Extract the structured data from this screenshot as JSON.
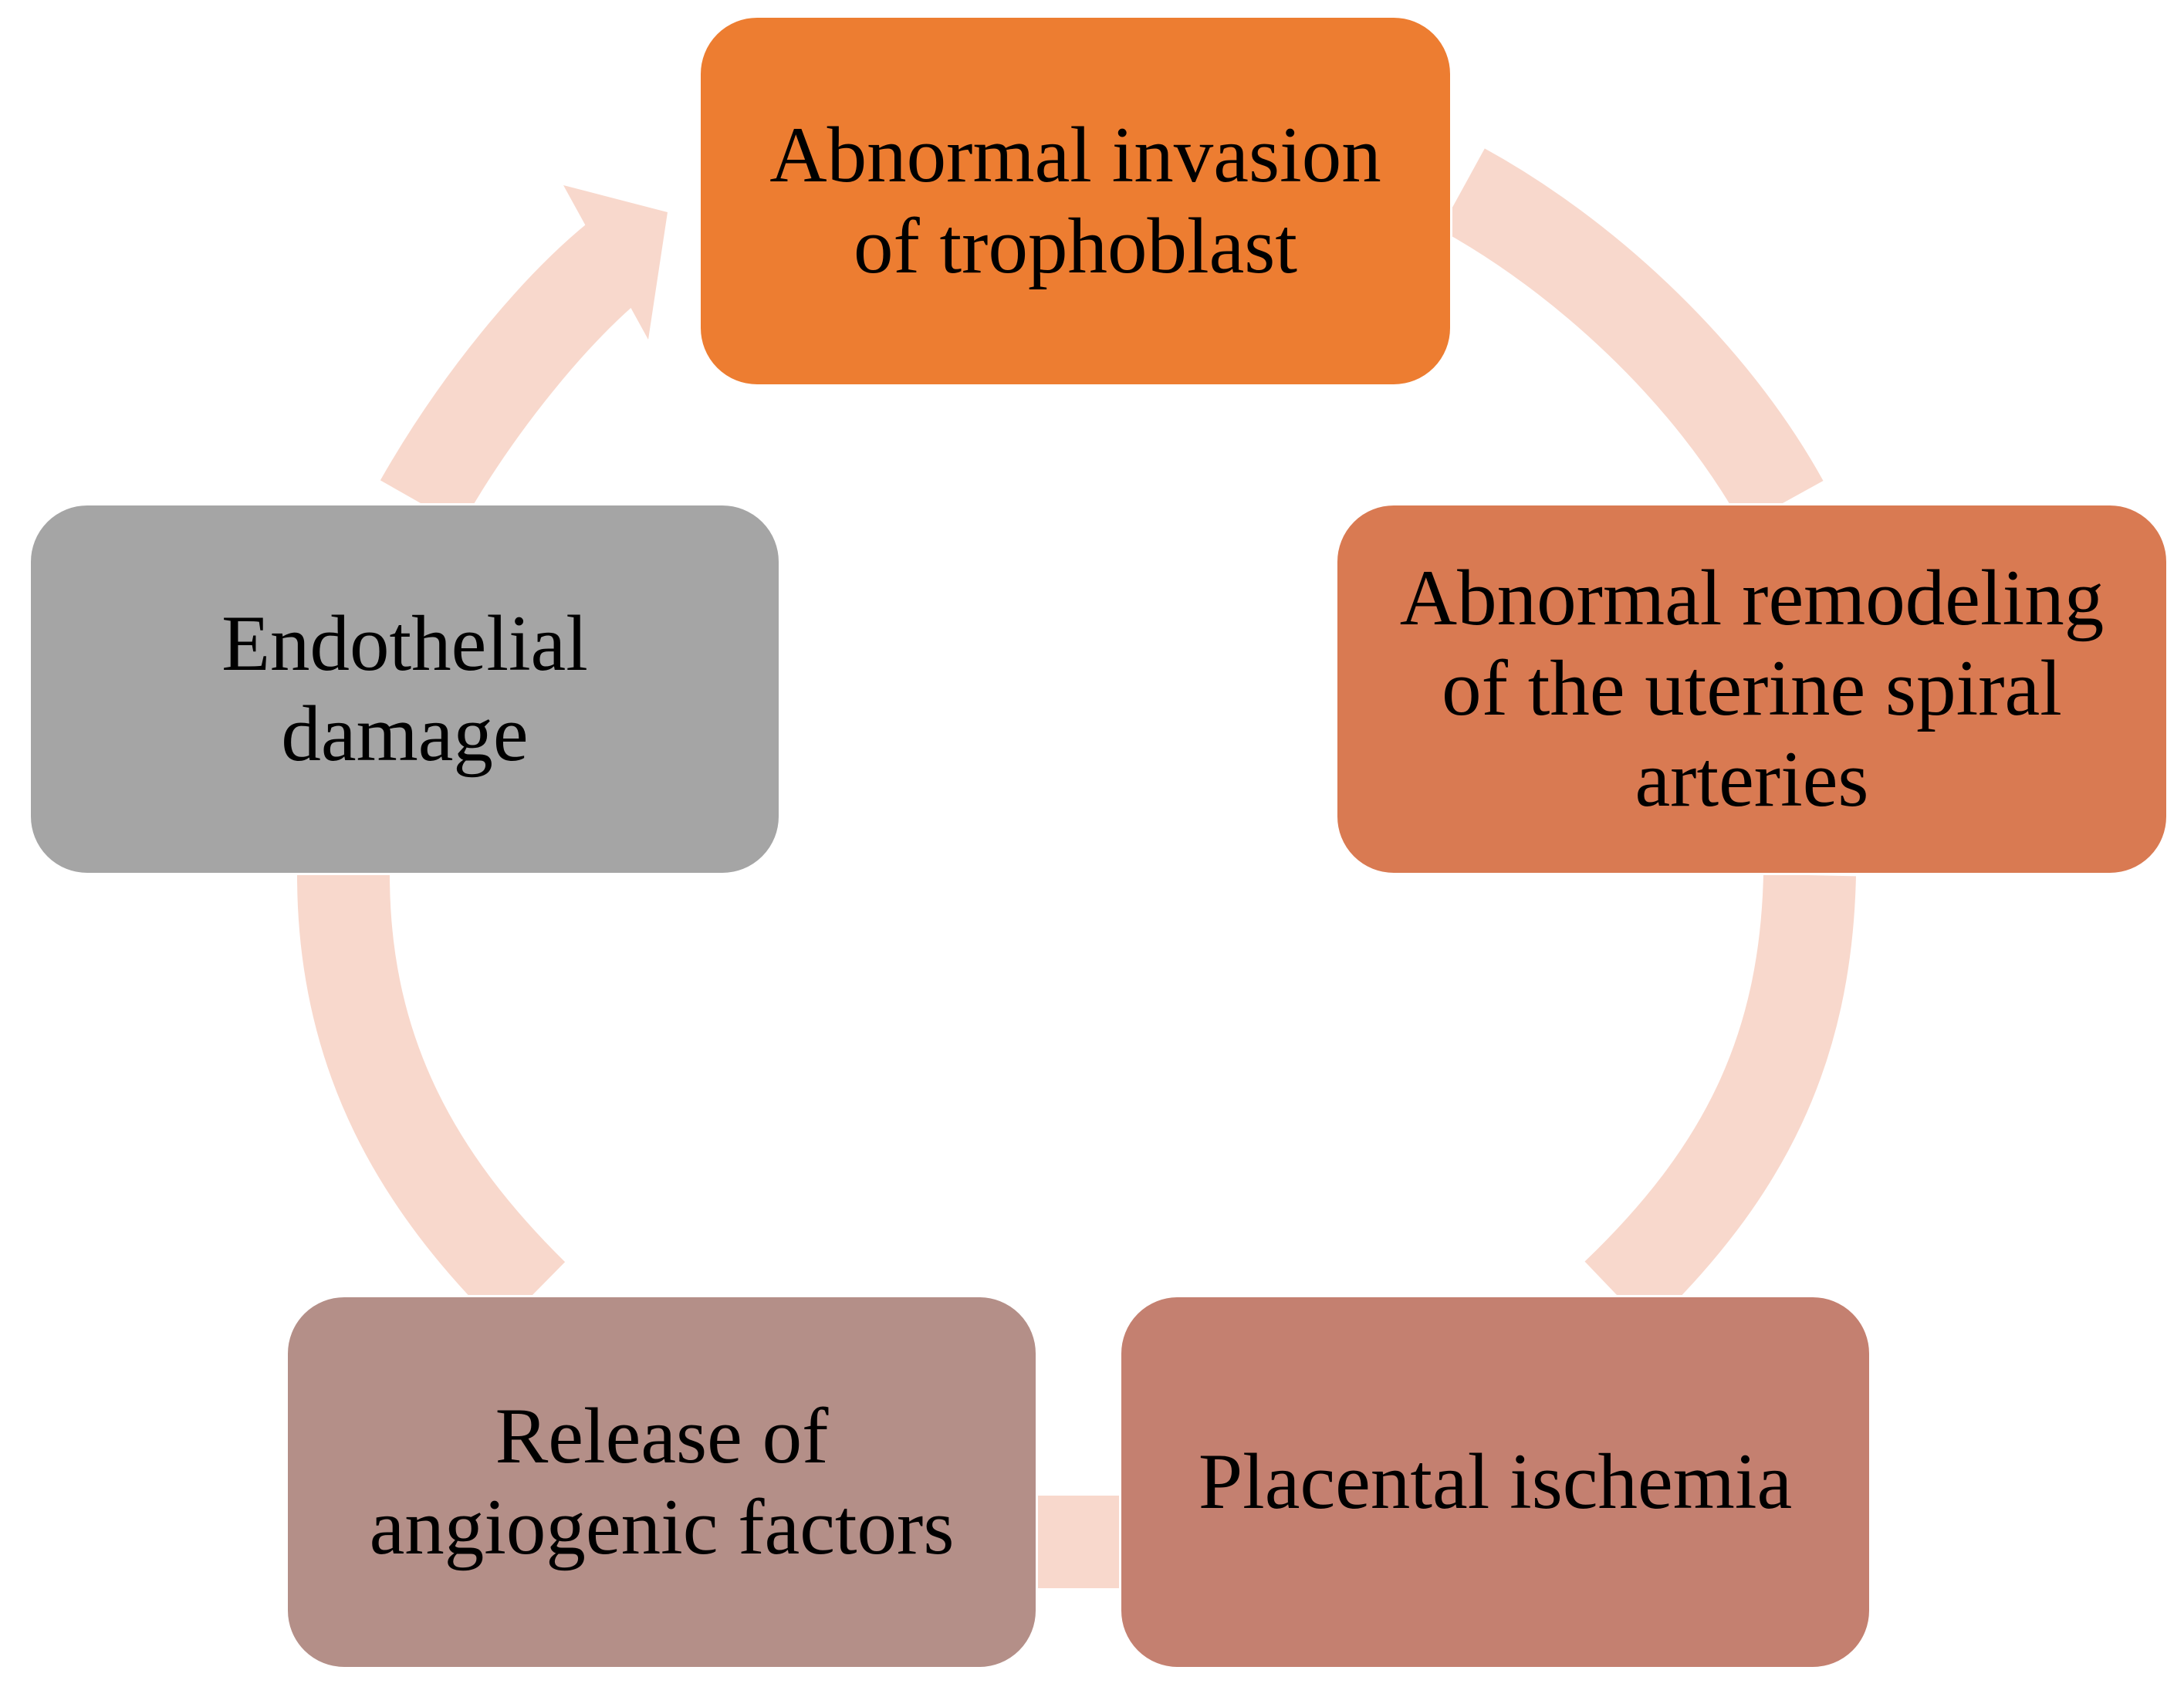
{
  "diagram": {
    "type": "cycle",
    "arrow_color": "#F8D8CC",
    "nodes": [
      {
        "label": "Abnormal invasion of trophoblast",
        "lines": [
          "Abnormal invasion",
          "of trophoblast"
        ],
        "color": "#ED7D31"
      },
      {
        "label": "Abnormal remodeling of the uterine spiral arteries",
        "lines": [
          "Abnormal remodeling",
          "of the uterine spiral",
          "arteries"
        ],
        "color": "#D97A52"
      },
      {
        "label": "Placental ischemia",
        "lines": [
          "Placental ischemia"
        ],
        "color": "#C48070"
      },
      {
        "label": "Release of angiogenic factors",
        "lines": [
          "Release of",
          "angiogenic factors"
        ],
        "color": "#B48F88"
      },
      {
        "label": "Endothelial damage",
        "lines": [
          "Endothelial",
          "damage"
        ],
        "color": "#A5A5A5"
      }
    ]
  }
}
